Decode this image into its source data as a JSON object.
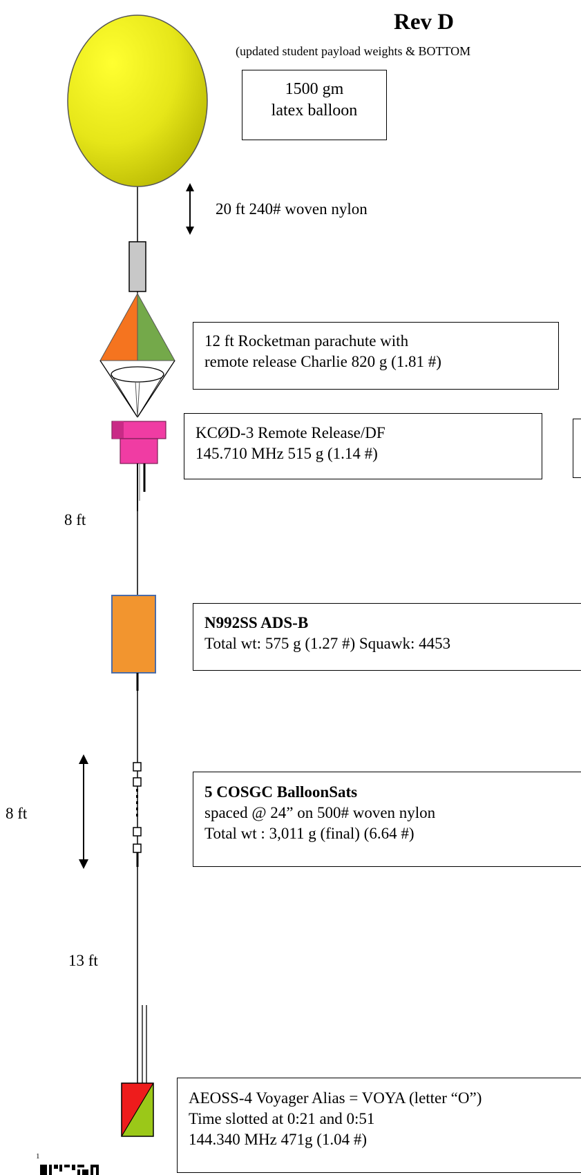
{
  "header": {
    "title": "Rev D",
    "subtitle": "(updated student payload weights & BOTTOM"
  },
  "balloon_box": {
    "line1": "1500 gm",
    "line2": "latex balloon"
  },
  "labels": {
    "nylon_20ft": "20 ft 240# woven nylon",
    "gap_8ft_a": "8 ft",
    "gap_8ft_b": "8 ft",
    "gap_13ft": "13 ft"
  },
  "parachute_box": {
    "line1": "12 ft Rocketman parachute with",
    "line2": "remote release Charlie 820 g (1.81 #)"
  },
  "release_box": {
    "line1": "KCØD-3 Remote Release/DF",
    "line2": "145.710 MHz 515 g (1.14 #)"
  },
  "adsb_box": {
    "title": "N992SS ADS-B",
    "line2": "Total wt:  575 g (1.27 #) Squawk: 4453"
  },
  "cosgc_box": {
    "title": "5 COSGC BalloonSats",
    "line2": "spaced @ 24” on 500# woven nylon",
    "line3": "Total wt : 3,011 g (final)  (6.64 #)"
  },
  "aeoss_box": {
    "line1": "AEOSS-4 Voyager  Alias = VOYA (letter “O”)",
    "line2": "Time slotted at 0:21 and 0:51",
    "line3": "144.340 MHz   471g (1.04 #)"
  },
  "footnote": {
    "mark": "1"
  },
  "colors": {
    "balloon": "#e6e619",
    "parachute_orange": "#f5741f",
    "parachute_green": "#74a94a",
    "release_unit": "#f03ca3",
    "adsb_unit": "#f2952f",
    "aeoss_red": "#ee1c1c",
    "aeoss_green": "#9bc818",
    "swivel": "#c8c8c8"
  },
  "icons": [
    "balloon-shape",
    "swivel-connector",
    "parachute-shape",
    "release-unit",
    "adsb-payload",
    "balloonsat-string",
    "aeoss-payload",
    "qr-code-icon"
  ]
}
